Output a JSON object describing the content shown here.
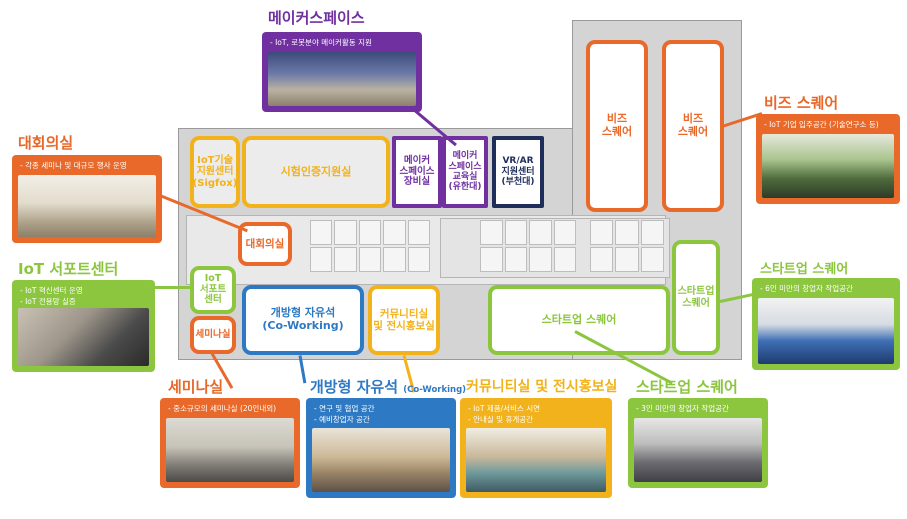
{
  "colors": {
    "purple": "#7030a0",
    "navy": "#1f2d5a",
    "orange": "#e8692a",
    "yellow": "#f2b21b",
    "green": "#8cc63f",
    "blue": "#2e79c4"
  },
  "rooms": {
    "iot_test_center": "IoT기술\n지원센터\n(Sigfox)",
    "test_cert": "시험인증지원실",
    "maker_equipment": "메이커\n스페이스\n장비실",
    "maker_edu": "메이커\n스페이스\n교육실\n(유한대)",
    "vr_ar": "VR/AR\n지원센터\n(부천대)",
    "conference": "대회의실",
    "iot_support": "IoT\n서포트\n센터",
    "seminar": "세미나실",
    "coworking": "개방형 자유석\n(Co-Working)",
    "community": "커뮤니티실\n및 전시홍보실",
    "startup_square": "스타트업 스퀘어",
    "startup_square_small": "스타트업\n스퀘어",
    "biz_square_1": "비즈\n스퀘어",
    "biz_square_2": "비즈\n스퀘어"
  },
  "callouts": {
    "makerspace": {
      "title": "메이커스페이스",
      "desc": "- IoT, 로봇분야 메이커활동 지원"
    },
    "conference": {
      "title": "대회의실",
      "desc": "- 각종 세미나 및 대규모 행사 운영"
    },
    "iot_support": {
      "title": "IoT 서포트센터",
      "desc": "- IoT 혁신센터 운영\n- IoT 전용망 실증"
    },
    "seminar": {
      "title": "세미나실",
      "desc": "- 중소규모의 세미나실 (20인내외)"
    },
    "coworking": {
      "title": "개방형 자유석",
      "title_sub": "(Co-Working)",
      "desc": "- 연구 및 협업 공간\n- 예비창업자 공간"
    },
    "community": {
      "title": "커뮤니티실 및 전시홍보실",
      "desc": "- IoT 제품/서비스 시연\n- 안내실 및 휴게공간"
    },
    "startup_bottom": {
      "title": "스타트업 스퀘어",
      "desc": "- 3인 미만의 창업자 작업공간"
    },
    "startup_right": {
      "title": "스타트업 스퀘어",
      "desc": "- 6인 미만의 창업자 작업공간"
    },
    "biz_square": {
      "title": "비즈 스퀘어",
      "desc": "- IoT 기업 입주공간 (기술연구소 등)"
    }
  }
}
